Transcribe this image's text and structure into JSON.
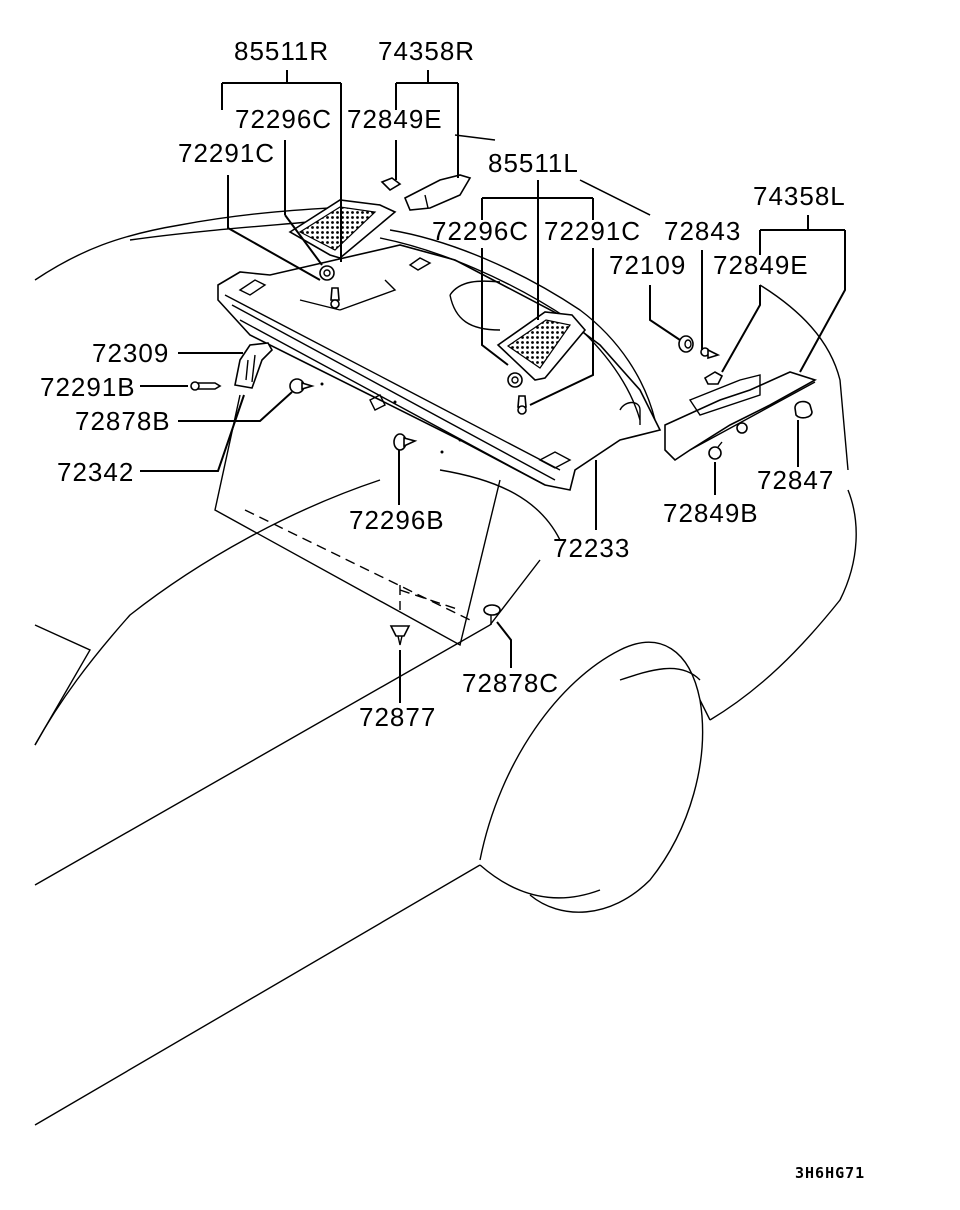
{
  "diagram": {
    "title": "Rear shelf trim parts",
    "drawing_code": "3H6HG71",
    "labels": {
      "p85511R": "85511R",
      "p74358R": "74358R",
      "p72296C_r": "72296C",
      "p72849E_r": "72849E",
      "p72291C_r": "72291C",
      "p85511L": "85511L",
      "p74358L": "74358L",
      "p72296C_l": "72296C",
      "p72291C_l": "72291C",
      "p72843": "72843",
      "p72109": "72109",
      "p72849E_l": "72849E",
      "p72309": "72309",
      "p72291B": "72291B",
      "p72878B": "72878B",
      "p72342": "72342",
      "p72296B": "72296B",
      "p72233": "72233",
      "p72847": "72847",
      "p72849B": "72849B",
      "p72877": "72877",
      "p72878C": "72878C"
    }
  }
}
